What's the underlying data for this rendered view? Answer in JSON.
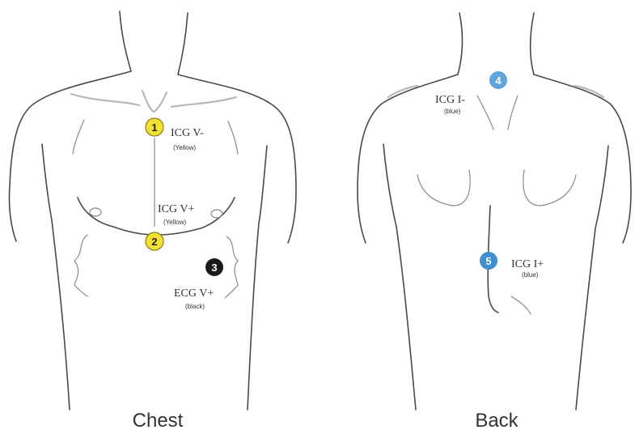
{
  "views": {
    "front_title": "Chest",
    "back_title": "Back"
  },
  "colors": {
    "yellow": "#f2e032",
    "black": "#1a1a1a",
    "blue": "#3d8fd0",
    "blue_light": "#5fa6de"
  },
  "electrodes": [
    {
      "number": "1",
      "label": "ICG V-",
      "color_label": "(Yellow)",
      "color": "yellow"
    },
    {
      "number": "2",
      "label": "ICG V+",
      "color_label": "(Yellow)",
      "color": "yellow"
    },
    {
      "number": "3",
      "label": "ECG V+",
      "color_label": "(black)",
      "color": "black"
    },
    {
      "number": "4",
      "label": "ICG I-",
      "color_label": "(blue)",
      "color": "blue_light"
    },
    {
      "number": "5",
      "label": "ICG I+",
      "color_label": "(blue)",
      "color": "blue"
    }
  ]
}
